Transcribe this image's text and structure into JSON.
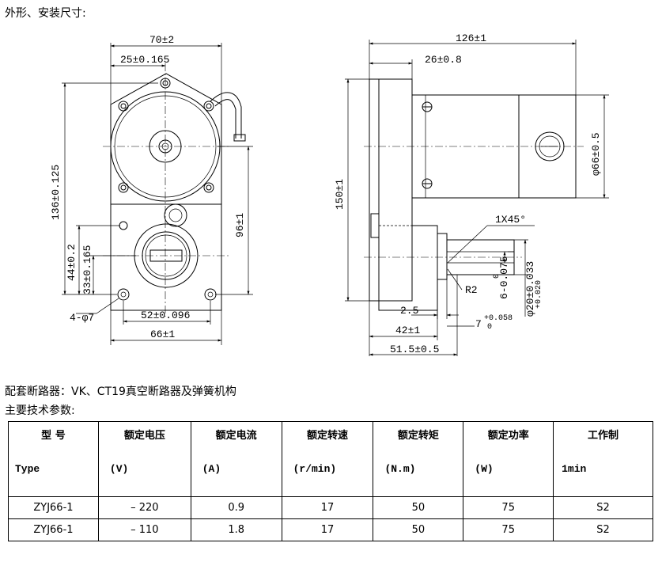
{
  "headings": {
    "dimensions": "外形、安装尺寸:",
    "breaker": "配套断路器：VK、CT19真空断路器及弹簧机构",
    "params": "主要技术参数:"
  },
  "drawing": {
    "front": {
      "width_total": "70±2",
      "offset_top": "25±0.165",
      "height_total": "136±0.125",
      "height_right": "96±1",
      "lower_height": "44±0.2",
      "lower_offset": "33±0.165",
      "holes": "4-φ7",
      "hole_spacing": "52±0.096",
      "base_width": "66±1"
    },
    "side": {
      "length_total": "126±1",
      "flange_len": "26±0.8",
      "motor_dia": "φ66±0.5",
      "height": "150±1",
      "chamfer": "1X45°",
      "radius": "R2",
      "key_width": "6-0.075",
      "key_width_top": "0",
      "shaft_dia": "φ20±0.033",
      "shaft_dia_tol": "+0.020",
      "shaft_step": "2.5",
      "key_depth": "7",
      "key_depth_tol_up": "+0.058",
      "key_depth_tol_low": "0",
      "len_42": "42±1",
      "len_515": "51.5±0.5"
    }
  },
  "table": {
    "headers": [
      {
        "cn": "型   号",
        "en": "Type"
      },
      {
        "cn": "额定电压",
        "en": "(V)"
      },
      {
        "cn": "额定电流",
        "en": "(A)"
      },
      {
        "cn": "额定转速",
        "en": "(r/min)"
      },
      {
        "cn": "额定转矩",
        "en": "(N.m)"
      },
      {
        "cn": "额定功率",
        "en": "(W)"
      },
      {
        "cn": "工作制",
        "en": "1min"
      }
    ],
    "rows": [
      [
        "ZYJ66-1",
        "– 220",
        "0.9",
        "17",
        "50",
        "75",
        "S2"
      ],
      [
        "ZYJ66-1",
        "– 110",
        "1.8",
        "17",
        "50",
        "75",
        "S2"
      ]
    ]
  }
}
